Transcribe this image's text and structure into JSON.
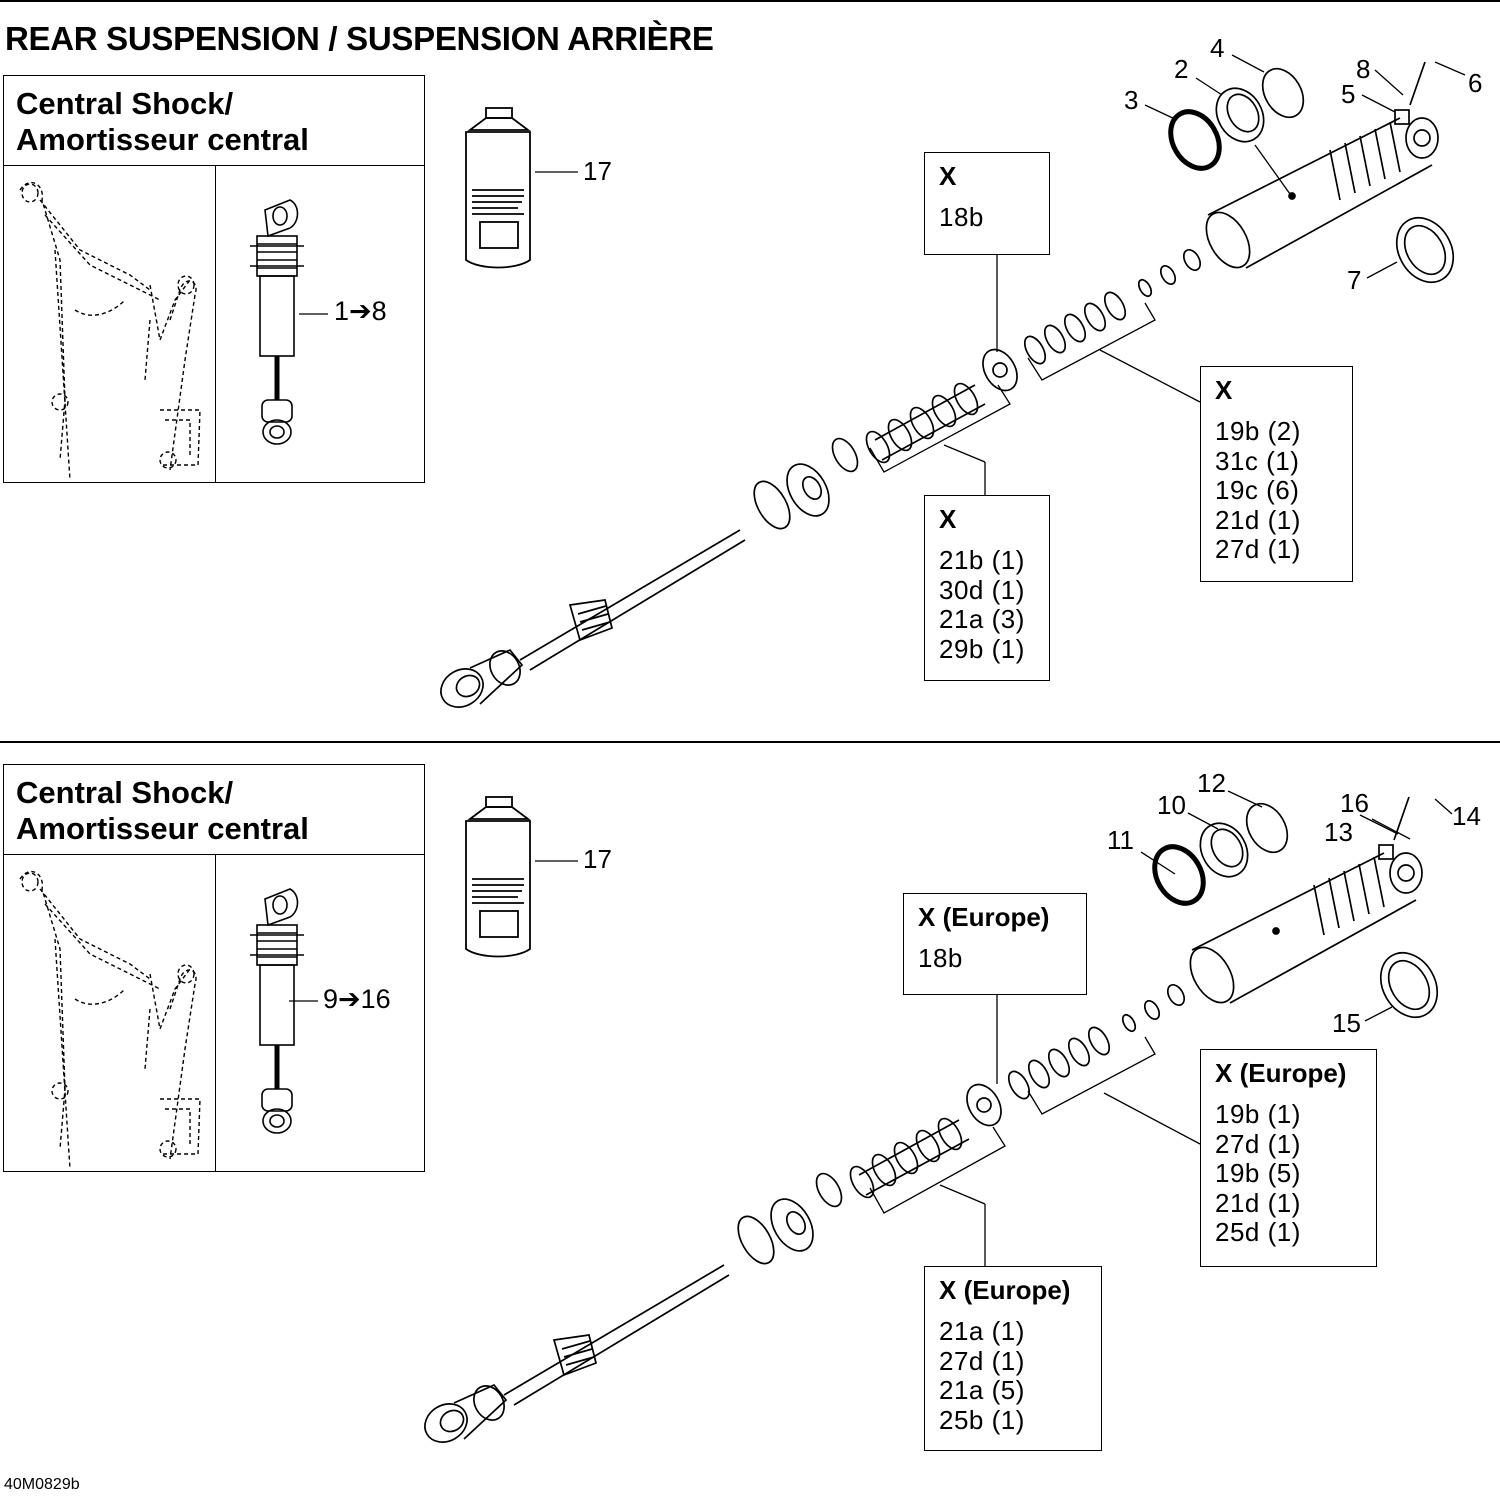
{
  "page": {
    "title": "REAR SUSPENSION / SUSPENSION ARRIÈRE",
    "drawing_code": "40M0829b"
  },
  "sections": [
    {
      "inset": {
        "title_line1": "Central Shock/",
        "title_line2": "Amortisseur central",
        "range_label": "1➔8"
      },
      "callouts": [
        "2",
        "3",
        "4",
        "5",
        "6",
        "7",
        "8",
        "17"
      ],
      "kits": [
        {
          "header": "X",
          "items": [
            "18b"
          ]
        },
        {
          "header": "X",
          "items": [
            "19b (2)",
            "31c (1)",
            "19c (6)",
            "21d (1)",
            "27d (1)"
          ]
        },
        {
          "header": "X",
          "items": [
            "21b (1)",
            "30d (1)",
            "21a (3)",
            "29b (1)"
          ]
        }
      ]
    },
    {
      "inset": {
        "title_line1": "Central Shock/",
        "title_line2": "Amortisseur central",
        "range_label": "9➔16"
      },
      "callouts": [
        "10",
        "11",
        "12",
        "13",
        "14",
        "15",
        "16",
        "17"
      ],
      "kits": [
        {
          "header": "X (Europe)",
          "items": [
            "18b"
          ]
        },
        {
          "header": "X (Europe)",
          "items": [
            "19b (1)",
            "27d (1)",
            "19b (5)",
            "21d (1)",
            "25d (1)"
          ]
        },
        {
          "header": "X (Europe)",
          "items": [
            "21a (1)",
            "27d (1)",
            "21a (5)",
            "25b (1)"
          ]
        }
      ]
    }
  ]
}
